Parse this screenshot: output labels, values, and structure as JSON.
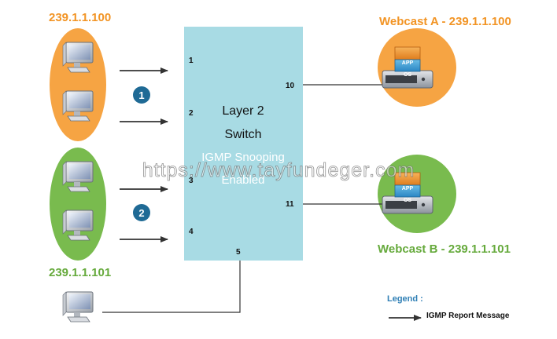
{
  "groups": {
    "group1_label": "239.1.1.100",
    "group2_label": "239.1.1.101",
    "group1_badge": "1",
    "group2_badge": "2"
  },
  "switch": {
    "title_line1": "Layer 2",
    "title_line2": "Switch",
    "feature_line1": "IGMP Snooping",
    "feature_line2": "Enabled",
    "ports": [
      "1",
      "2",
      "3",
      "4",
      "5",
      "10",
      "11"
    ]
  },
  "servers": {
    "a_label": "Webcast A - 239.1.1.100",
    "b_label": "Webcast B - 239.1.1.101",
    "box_top": "APP",
    "box_bottom": "OS"
  },
  "legend": {
    "title": "Legend :",
    "arrow_label": "IGMP Report Message"
  },
  "watermark": "https://www.tayfundeger.com",
  "colors": {
    "group1": "#f6a443",
    "group2": "#79bb4e",
    "switch_fill": "#a8dbe4",
    "label_orange": "#f29424",
    "label_green": "#66aa3c",
    "badge": "#1f6a95",
    "legend_title": "#2f7fb5"
  }
}
